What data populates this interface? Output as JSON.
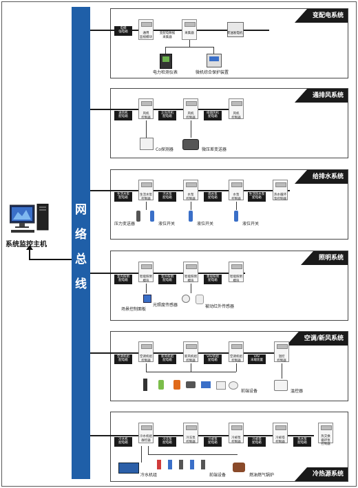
{
  "bus": {
    "chars": [
      "网",
      "络",
      "总",
      "线"
    ]
  },
  "host": {
    "label": "系统监控主机"
  },
  "panels": [
    {
      "title": "变配电系统",
      "boxes": [
        "电梯\n强电箱"
      ],
      "controllers": [
        "通用\n监视模块",
        "变配电数据\n采集器",
        "采集器"
      ],
      "devices": [
        "电力检测仪表",
        "微机综合保护装置",
        "柴油发电机"
      ]
    },
    {
      "title": "通排风系统",
      "boxes": [
        "送风机\n配电箱",
        "正压风机\n配电箱",
        "排烟风机\n配电箱"
      ],
      "controllers": [
        "风机\n控制器",
        "风机\n控制器",
        "风机\n控制器"
      ],
      "devices": [
        "Co探测器",
        "微压差变送器"
      ]
    },
    {
      "title": "给排水系统",
      "boxes": [
        "生活水泵\n配电箱",
        "污水泵\n配电箱",
        "雨水泵\n配电箱",
        "生活热水泵\n配电箱"
      ],
      "controllers": [
        "生活水泵\n控制器",
        "水泵\n控制器",
        "水泵\n控制器",
        "热水循环\n泵控制器"
      ],
      "devices": [
        "压力变送器",
        "液位开关",
        "液位开关",
        "液位开关"
      ]
    },
    {
      "title": "照明系统",
      "boxes": [
        "室内照明\n配电箱",
        "室外照明\n配电箱",
        "景观照明\n配电箱"
      ],
      "controllers": [
        "智能照明\n模块",
        "智能照明\n模块",
        "智能照明\n模块"
      ],
      "devices": [
        "场景控制面板",
        "光照度传感器",
        "被动红外传感器"
      ]
    },
    {
      "title": "空调/新风系统",
      "boxes": [
        "空调机组\n配电箱",
        "新风机组\n配电箱",
        "VAV机组\n配电箱",
        "VAV\n末端装置"
      ],
      "controllers": [
        "空调机组\n控制器",
        "新风机组\n控制器",
        "空调机组\n控制器",
        "温控\n控制器"
      ],
      "devices": [
        "前端设备",
        "温控器"
      ]
    },
    {
      "title": "冷热源系统",
      "boxes": [
        "冷水机\n配电箱",
        "冷冻泵\n配电箱",
        "冷却泵\n配电箱",
        "冷却塔\n配电箱",
        "热水泵\n配电箱"
      ],
      "controllers": [
        "冷水机组\n群控器",
        "冷冻泵\n控制器",
        "冷却泵\n控制器",
        "冷却塔\n控制器",
        "热交换\n循环泵\n控制器"
      ],
      "devices": [
        "冷水机组",
        "前端设备",
        "燃油燃气锅炉"
      ]
    }
  ]
}
